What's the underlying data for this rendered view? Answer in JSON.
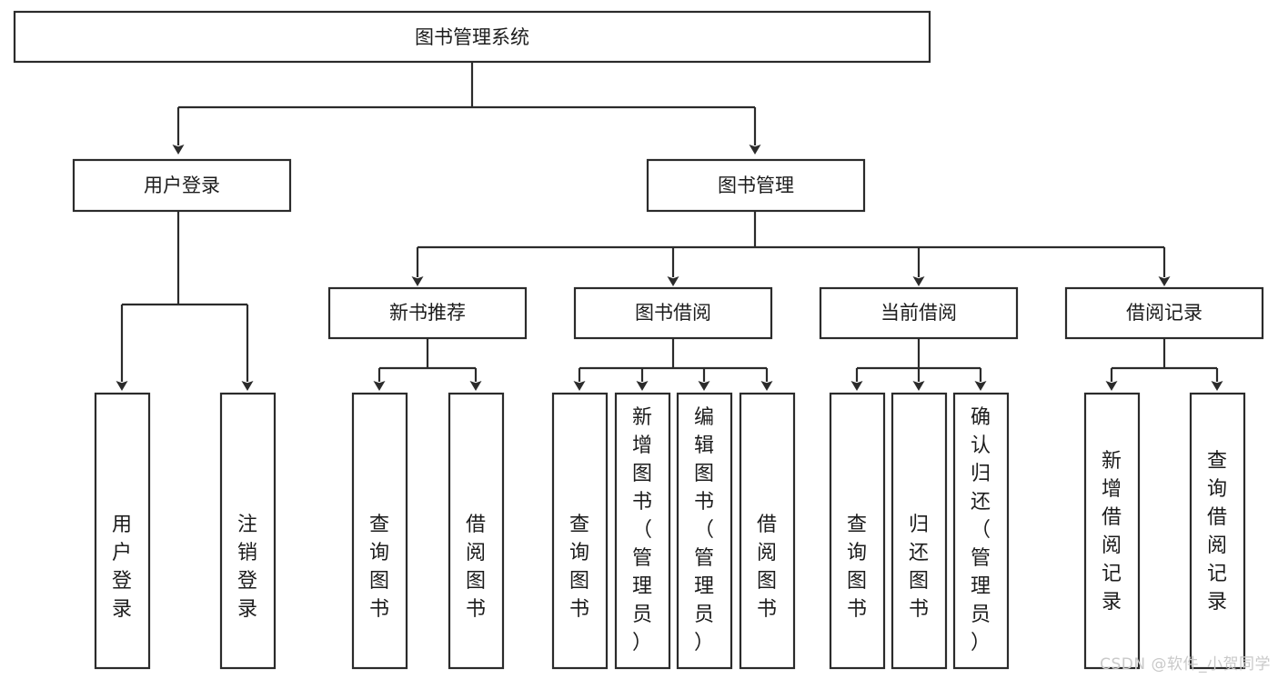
{
  "diagram": {
    "title": "图书管理系统",
    "type": "tree",
    "orientation": "top-down",
    "watermark": "CSDN @软件_小贺同学",
    "colors": {
      "background": "#ffffff",
      "box_fill": "#ffffff",
      "box_stroke": "#2b2b2b",
      "text": "#1c1c1c",
      "watermark": "#c9c9c9"
    }
  },
  "nodes": {
    "root": {
      "label": "图书管理系统",
      "level": 0,
      "orientation": "horizontal"
    },
    "level1": [
      {
        "id": "user-login",
        "label": "用户登录",
        "orientation": "horizontal"
      },
      {
        "id": "book-manage",
        "label": "图书管理",
        "orientation": "horizontal"
      }
    ],
    "level2": [
      {
        "id": "new-book-recommend",
        "label": "新书推荐",
        "orientation": "horizontal",
        "parent": "book-manage"
      },
      {
        "id": "book-borrow",
        "label": "图书借阅",
        "orientation": "horizontal",
        "parent": "book-manage"
      },
      {
        "id": "current-borrow",
        "label": "当前借阅",
        "orientation": "horizontal",
        "parent": "book-manage"
      },
      {
        "id": "borrow-record",
        "label": "借阅记录",
        "orientation": "horizontal",
        "parent": "book-manage"
      }
    ],
    "leaves": [
      {
        "id": "leaf-user-login",
        "label": "用户登录",
        "orientation": "vertical",
        "parent": "user-login"
      },
      {
        "id": "leaf-logout-login",
        "label": "注销登录",
        "orientation": "vertical",
        "parent": "user-login"
      },
      {
        "id": "leaf-query-book-1",
        "label": "查询图书",
        "orientation": "vertical",
        "parent": "new-book-recommend"
      },
      {
        "id": "leaf-borrow-book-1",
        "label": "借阅图书",
        "orientation": "vertical",
        "parent": "new-book-recommend"
      },
      {
        "id": "leaf-query-book-2",
        "label": "查询图书",
        "orientation": "vertical",
        "parent": "book-borrow"
      },
      {
        "id": "leaf-add-book",
        "label": "新增图书（管理员）",
        "orientation": "vertical",
        "parent": "book-borrow"
      },
      {
        "id": "leaf-edit-book",
        "label": "编辑图书（管理员）",
        "orientation": "vertical",
        "parent": "book-borrow"
      },
      {
        "id": "leaf-borrow-book-2",
        "label": "借阅图书",
        "orientation": "vertical",
        "parent": "book-borrow"
      },
      {
        "id": "leaf-query-book-3",
        "label": "查询图书",
        "orientation": "vertical",
        "parent": "current-borrow"
      },
      {
        "id": "leaf-return-book",
        "label": "归还图书",
        "orientation": "vertical",
        "parent": "current-borrow"
      },
      {
        "id": "leaf-confirm-return",
        "label": "确认归还（管理员）",
        "orientation": "vertical",
        "parent": "current-borrow"
      },
      {
        "id": "leaf-add-record",
        "label": "新增借阅记录",
        "orientation": "vertical",
        "parent": "borrow-record"
      },
      {
        "id": "leaf-query-record",
        "label": "查询借阅记录",
        "orientation": "vertical",
        "parent": "borrow-record"
      }
    ]
  }
}
